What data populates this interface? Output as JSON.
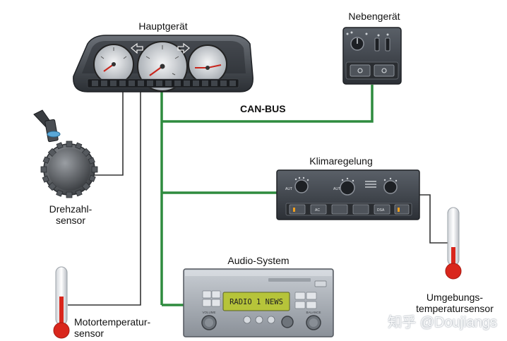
{
  "labels": {
    "main_unit": "Hauptgerät",
    "secondary_unit": "Nebengerät",
    "bus": "CAN-BUS",
    "climate": "Klimaregelung",
    "speed_sensor_line1": "Drehzahl-",
    "speed_sensor_line2": "sensor",
    "audio": "Audio-System",
    "engine_temp_line1": "Motortemperatur-",
    "engine_temp_line2": "sensor",
    "ambient_temp_line1": "Umgebungs-",
    "ambient_temp_line2": "temperatursensor"
  },
  "radio": {
    "display_text": "RADIO 1 NEWS",
    "volume_label": "VOLUME",
    "balance_label": "BALANCE"
  },
  "climate_panel": {
    "aut_left": "AUT",
    "aut_mid": "AUT",
    "btn_ac": "AC",
    "btn_dsa": "DSA"
  },
  "watermark": "知乎 @Doujiangs",
  "colors": {
    "bus_line": "#2e8b3e",
    "wire": "#333333",
    "device_dark": "#3a3f45",
    "thermo_red": "#d9261c"
  }
}
